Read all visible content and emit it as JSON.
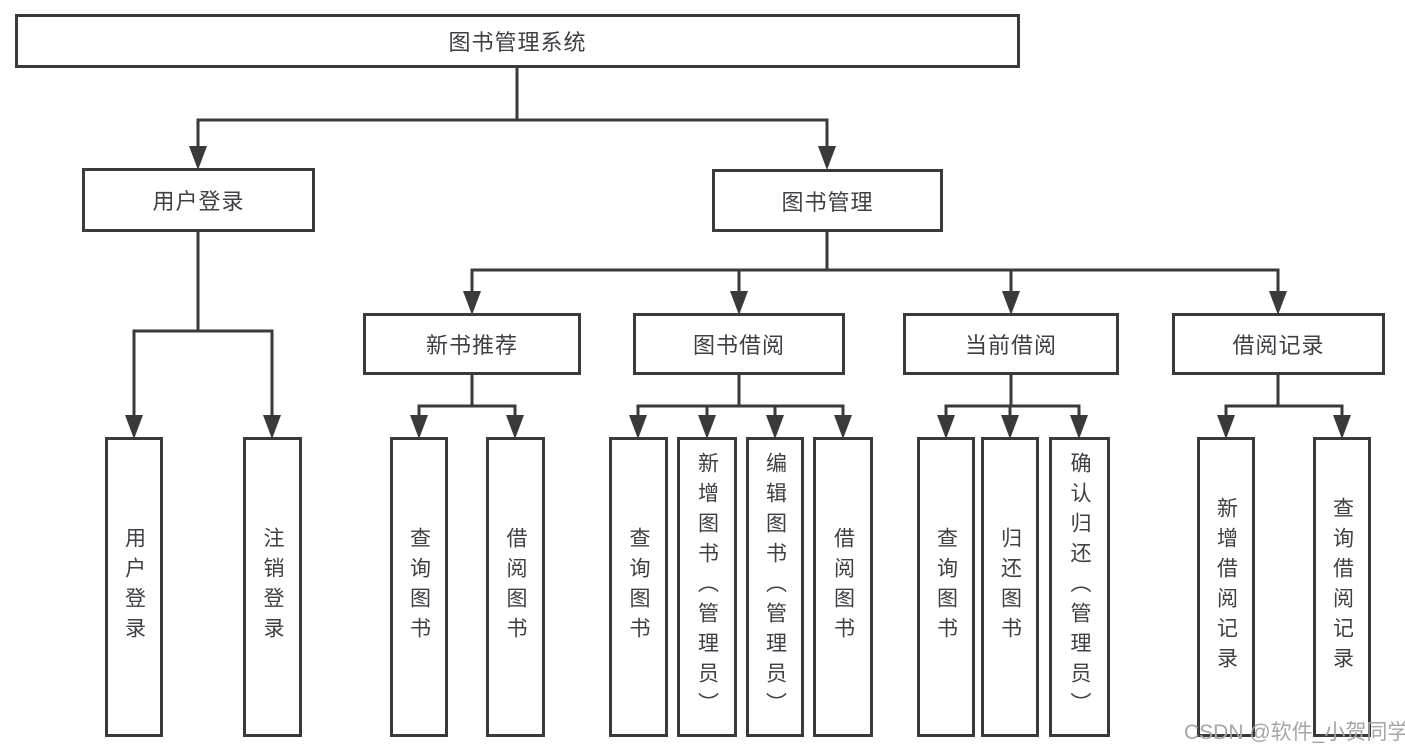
{
  "tree": {
    "label": "图书管理系统",
    "children": [
      {
        "label": "用户登录",
        "children": [
          {
            "label": "用户登录"
          },
          {
            "label": "注销登录"
          }
        ]
      },
      {
        "label": "图书管理",
        "children": [
          {
            "label": "新书推荐",
            "children": [
              {
                "label": "查询图书"
              },
              {
                "label": "借阅图书"
              }
            ]
          },
          {
            "label": "图书借阅",
            "children": [
              {
                "label": "查询图书"
              },
              {
                "label": "新增图书（管理员）"
              },
              {
                "label": "编辑图书（管理员）"
              },
              {
                "label": "借阅图书"
              }
            ]
          },
          {
            "label": "当前借阅",
            "children": [
              {
                "label": "查询图书"
              },
              {
                "label": "归还图书"
              },
              {
                "label": "确认归还（管理员）"
              }
            ]
          },
          {
            "label": "借阅记录",
            "children": [
              {
                "label": "新增借阅记录"
              },
              {
                "label": "查询借阅记录"
              }
            ]
          }
        ]
      }
    ]
  },
  "watermark": "CSDN @软件_小贺同学",
  "colors": {
    "line": "#3a3a3c",
    "text": "#3f4045",
    "background": "#ffffff",
    "watermark": "#a6a6a6"
  }
}
